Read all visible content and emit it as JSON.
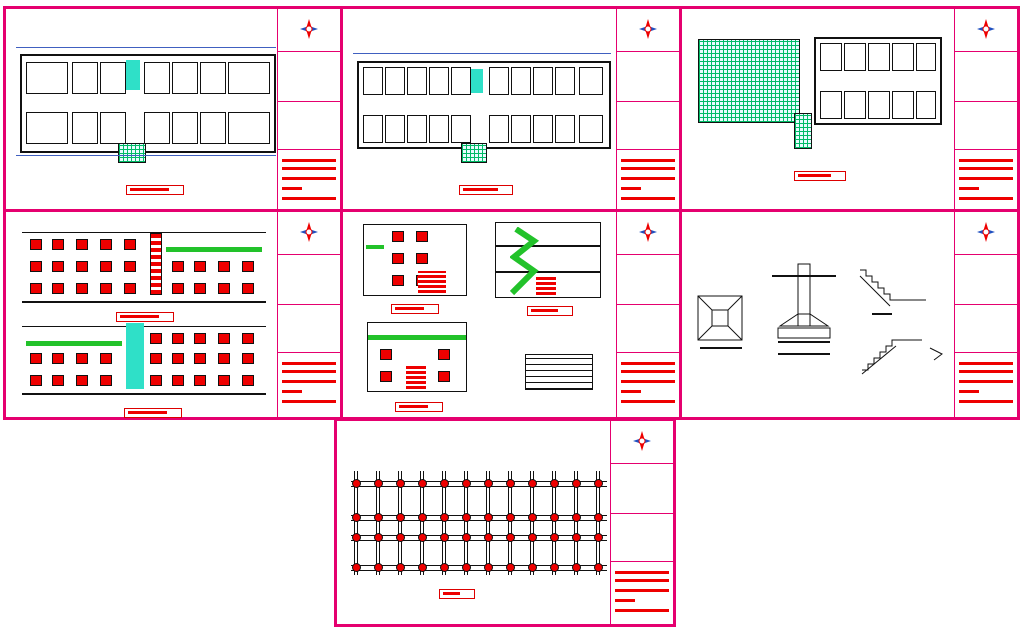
{
  "drawing_set": {
    "sheets": [
      {
        "name": "first-floor-plan"
      },
      {
        "name": "typical-floor-plan"
      },
      {
        "name": "ground-floor-plan"
      },
      {
        "name": "front-rear-elevations"
      },
      {
        "name": "side-elevation-section"
      },
      {
        "name": "structural-details"
      },
      {
        "name": "column-layout-plan"
      }
    ],
    "colors": {
      "border": "#e5006f",
      "walls": "#111111",
      "red_fill": "#e00000",
      "green_fill": "#22c22a",
      "hatch": "#00bb66"
    },
    "icons": [
      "north-arrow-icon"
    ]
  }
}
